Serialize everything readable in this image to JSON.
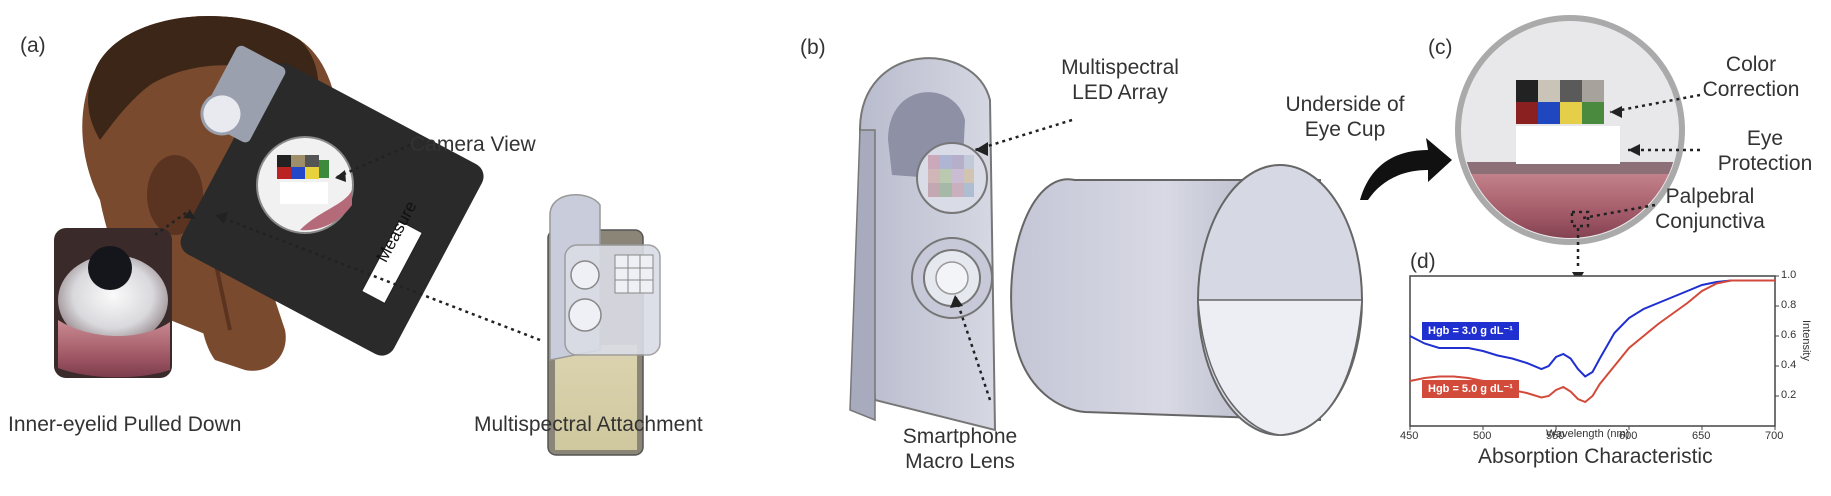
{
  "panels": {
    "a": "(a)",
    "b": "(b)",
    "c": "(c)",
    "d": "(d)"
  },
  "labels": {
    "camera_view": "Camera View",
    "measure": "Measure",
    "inner_eyelid": "Inner-eyelid Pulled Down",
    "multispectral_attachment": "Multispectral Attachment",
    "led_array_1": "Multispectral",
    "led_array_2": "LED Array",
    "macro_lens_1": "Smartphone",
    "macro_lens_2": "Macro Lens",
    "eye_cup_1": "Underside of",
    "eye_cup_2": "Eye Cup",
    "color_correction_1": "Color",
    "color_correction_2": "Correction",
    "eye_protection_1": "Eye",
    "eye_protection_2": "Protection",
    "palpebral_1": "Palpebral",
    "palpebral_2": "Conjunctiva",
    "absorption": "Absorption Characteristic"
  },
  "colors": {
    "skin": "#7a4a2e",
    "skin_dark": "#5a3420",
    "hair": "#3b2618",
    "phone": "#2a2a2a",
    "device_blue": "#c7c9d8",
    "device_shade": "#9ea1b6",
    "conjunctiva": "#b46a78",
    "series_3g": "#1f2fd0",
    "series_5g": "#d24a3a"
  },
  "chart_data": {
    "type": "line",
    "xlabel": "Wavelength (nm)",
    "ylabel": "Intensity",
    "xlim": [
      450,
      700
    ],
    "ylim": [
      0,
      1.0
    ],
    "x_ticks": [
      "450",
      "500",
      "550",
      "600",
      "650",
      "700"
    ],
    "y_ticks": [
      "0.2",
      "0.4",
      "0.6",
      "0.8",
      "1.0"
    ],
    "series": [
      {
        "name": "Hgb = 3.0 g dL⁻¹",
        "color": "#1f2fd0",
        "x": [
          450,
          460,
          470,
          480,
          490,
          500,
          510,
          520,
          530,
          540,
          545,
          550,
          555,
          560,
          565,
          570,
          575,
          580,
          590,
          600,
          610,
          620,
          630,
          640,
          650,
          660,
          670,
          680,
          690,
          700
        ],
        "y": [
          0.6,
          0.55,
          0.52,
          0.52,
          0.52,
          0.5,
          0.47,
          0.45,
          0.42,
          0.38,
          0.4,
          0.46,
          0.48,
          0.45,
          0.38,
          0.33,
          0.36,
          0.45,
          0.62,
          0.72,
          0.78,
          0.82,
          0.86,
          0.9,
          0.94,
          0.96,
          0.97,
          0.97,
          0.97,
          0.97
        ]
      },
      {
        "name": "Hgb = 5.0 g dL⁻¹",
        "color": "#d24a3a",
        "x": [
          450,
          460,
          470,
          480,
          490,
          500,
          510,
          520,
          530,
          540,
          545,
          550,
          555,
          560,
          565,
          570,
          575,
          580,
          590,
          600,
          610,
          620,
          630,
          640,
          650,
          660,
          670,
          680,
          690,
          700
        ],
        "y": [
          0.3,
          0.32,
          0.33,
          0.33,
          0.32,
          0.3,
          0.26,
          0.24,
          0.22,
          0.19,
          0.2,
          0.24,
          0.26,
          0.23,
          0.18,
          0.16,
          0.2,
          0.28,
          0.4,
          0.52,
          0.6,
          0.68,
          0.75,
          0.82,
          0.9,
          0.95,
          0.97,
          0.97,
          0.97,
          0.97
        ]
      }
    ]
  }
}
